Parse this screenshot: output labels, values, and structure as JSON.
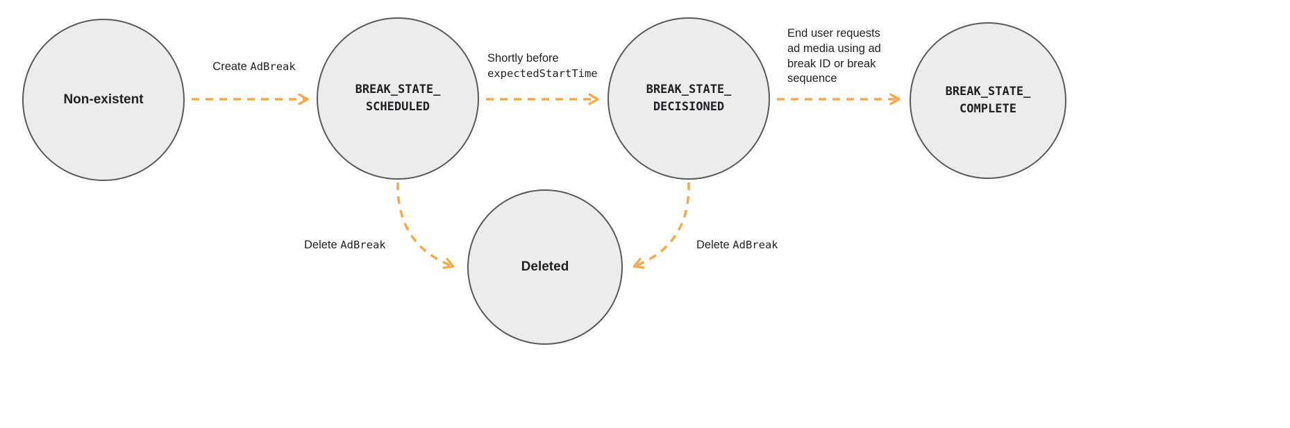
{
  "diagram": {
    "colors": {
      "node_fill": "#ececec",
      "node_border": "#58595b",
      "arrow": "#f9a845",
      "text": "#1f2023"
    },
    "nodes": {
      "non_existent": {
        "label": "Non-existent"
      },
      "scheduled": {
        "label": "BREAK_STATE_\nSCHEDULED"
      },
      "decisioned": {
        "label": "BREAK_STATE_\nDECISIONED"
      },
      "complete": {
        "label": "BREAK_STATE_\nCOMPLETE"
      },
      "deleted": {
        "label": "Deleted"
      }
    },
    "edges": {
      "create": {
        "sans": "Create ",
        "mono": "AdBreak"
      },
      "shortly": {
        "line1_sans": "Shortly before",
        "line2_mono": "expectedStartTime"
      },
      "end_user": {
        "sans": "End user requests ad media using ad break ID or break sequence"
      },
      "delete_left": {
        "sans": "Delete ",
        "mono": "AdBreak"
      },
      "delete_right": {
        "sans": "Delete ",
        "mono": "AdBreak"
      }
    }
  }
}
